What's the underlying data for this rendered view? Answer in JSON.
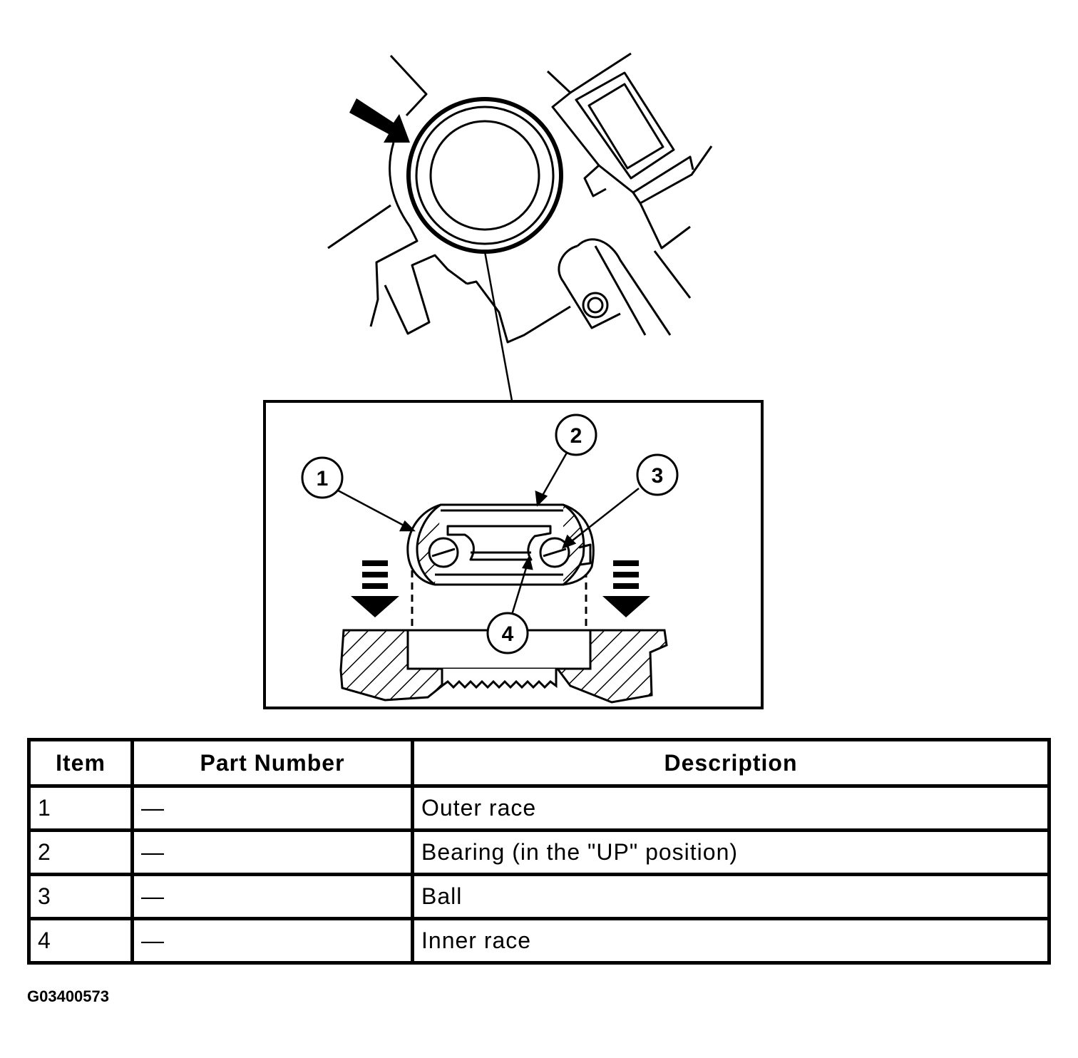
{
  "callouts": {
    "c1": "1",
    "c2": "2",
    "c3": "3",
    "c4": "4"
  },
  "table": {
    "headers": {
      "item": "Item",
      "part_number": "Part Number",
      "description": "Description"
    },
    "rows": [
      {
        "item": "1",
        "part_number": "—",
        "description": "Outer race"
      },
      {
        "item": "2",
        "part_number": "—",
        "description": "Bearing (in the \"UP\" position)"
      },
      {
        "item": "3",
        "part_number": "—",
        "description": "Ball"
      },
      {
        "item": "4",
        "part_number": "—",
        "description": "Inner race"
      }
    ]
  },
  "figure_code": "G03400573"
}
